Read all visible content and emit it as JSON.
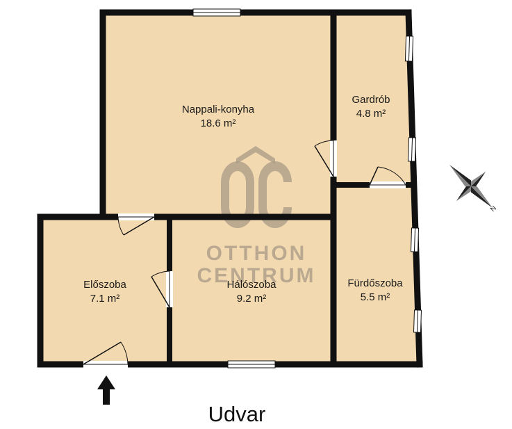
{
  "colors": {
    "floor": "#f2d9b0",
    "wall": "#111111",
    "window_frame": "#ffffff",
    "watermark": "#a89a86"
  },
  "rooms": [
    {
      "id": "nappali-konyha",
      "name": "Nappali-konyha",
      "area": "18.6 m²"
    },
    {
      "id": "gardrob",
      "name": "Gardrób",
      "area": "4.8 m²"
    },
    {
      "id": "eloszoba",
      "name": "Előszoba",
      "area": "7.1 m²"
    },
    {
      "id": "haloszoba",
      "name": "Hálószoba",
      "area": "9.2 m²"
    },
    {
      "id": "furdoszoba",
      "name": "Fürdőszoba",
      "area": "5.5 m²"
    }
  ],
  "outside": {
    "label": "Udvar"
  },
  "watermark": {
    "monogram": "OC",
    "line1": "OTTHON",
    "line2": "CENTRUM"
  },
  "compass": {
    "north_label": "N",
    "icon": "compass-rose-icon"
  },
  "entrance": {
    "icon": "entrance-arrow-icon"
  }
}
